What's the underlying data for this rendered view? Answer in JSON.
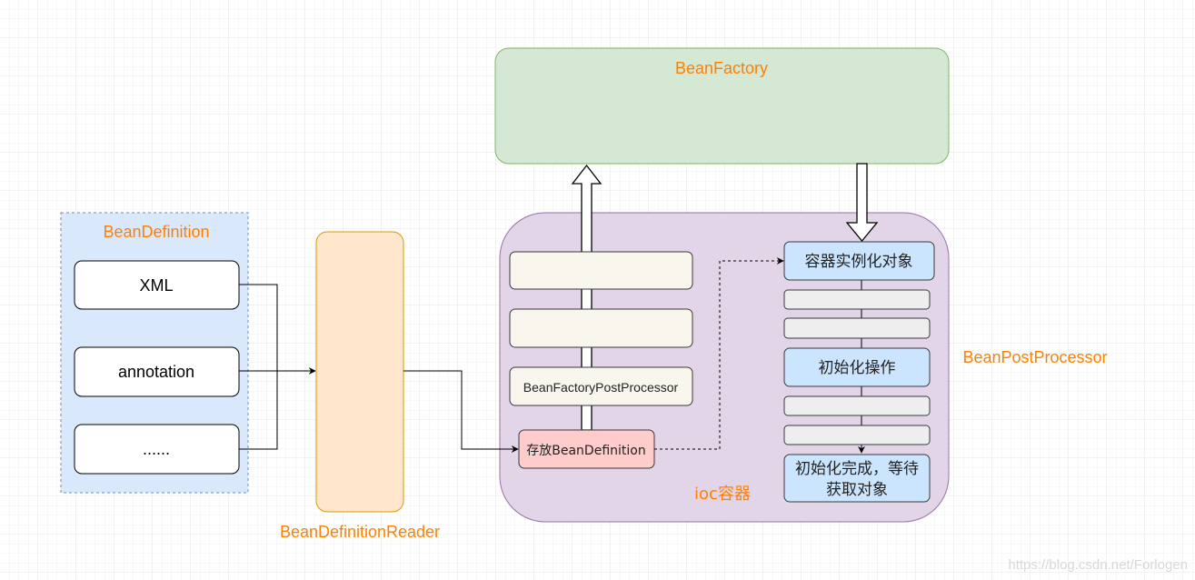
{
  "bean_definition": {
    "title": "BeanDefinition",
    "items": [
      "XML",
      "annotation",
      "......"
    ]
  },
  "reader": {
    "title": "BeanDefinitionReader"
  },
  "bean_factory": {
    "title": "BeanFactory"
  },
  "ioc": {
    "title": "ioc容器",
    "left_boxes": [
      "",
      "",
      "BeanFactoryPostProcessor"
    ],
    "store": "存放BeanDefinition",
    "right": {
      "instantiate": "容器实例化对象",
      "init": "初始化操作",
      "done_line1": "初始化完成，等待",
      "done_line2": "获取对象"
    }
  },
  "post_processor": {
    "title": "BeanPostProcessor"
  },
  "watermark": "https://blog.csdn.net/Forlogen",
  "colors": {
    "label": "#ff8000",
    "bean_definition_fill": "#dae8fc",
    "reader_fill": "#ffe6cc",
    "factory_fill": "#d5e8d4",
    "ioc_fill": "#e1d5e7",
    "store_fill": "#ffcccc",
    "step_fill": "#cce5ff"
  }
}
